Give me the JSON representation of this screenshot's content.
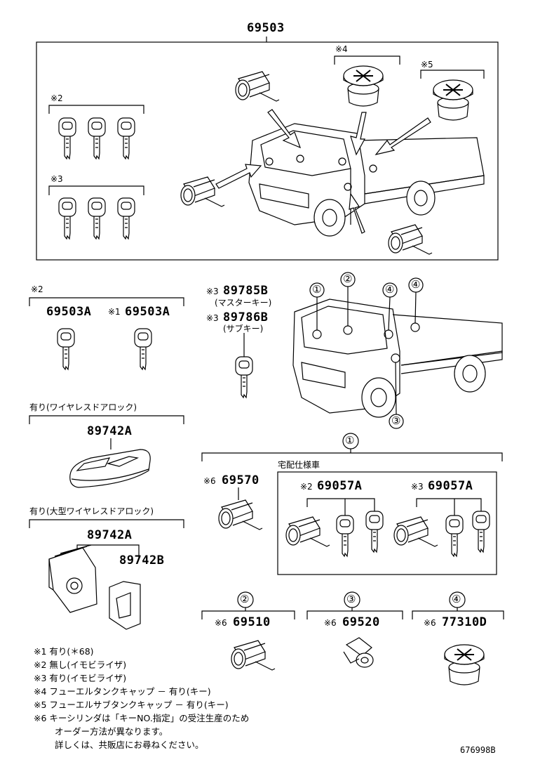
{
  "assembly": {
    "part_no": "69503",
    "note4": "※4",
    "note5": "※5",
    "note2": "※2",
    "note3": "※3"
  },
  "keys_left": {
    "group_note": "※2",
    "part_a": "69503A",
    "part_b_prefix": "※1",
    "part_b": "69503A"
  },
  "keys_master": {
    "m_prefix": "※3",
    "m_part": "89785B",
    "m_desc": "(マスターキー)",
    "s_prefix": "※3",
    "s_part": "89786B",
    "s_desc": "(サブキー)"
  },
  "truck_callouts": [
    "①",
    "②",
    "④",
    "④",
    "③"
  ],
  "wireless1": {
    "label": "有り(ワイヤレスドアロック)",
    "part": "89742A"
  },
  "wireless2": {
    "label": "有り(大型ワイヤレスドアロック)",
    "part_a": "89742A",
    "part_b": "89742B"
  },
  "section1": {
    "callout": "①",
    "cyl_prefix": "※6",
    "cyl_part": "69570",
    "delivery_label": "宅配仕様車",
    "a_prefix": "※2",
    "a_part": "69057A",
    "b_prefix": "※3",
    "b_part": "69057A"
  },
  "section2": {
    "callout": "②",
    "prefix": "※6",
    "part": "69510"
  },
  "section3": {
    "callout": "③",
    "prefix": "※6",
    "part": "69520"
  },
  "section4": {
    "callout": "④",
    "prefix": "※6",
    "part": "77310D"
  },
  "notes": [
    "※1 有り(＊68)",
    "※2 無し(イモビライザ)",
    "※3 有り(イモビライザ)",
    "※4 フューエルタンクキャップ － 有り(キー)",
    "※5 フューエルサブタンクキャップ － 有り(キー)",
    "※6 キーシリンダは「キーNO.指定」の受注生産のため",
    "オーダー方法が異なります。",
    "詳しくは、共販店にお尋ねください。"
  ],
  "figure_id": "676998B"
}
